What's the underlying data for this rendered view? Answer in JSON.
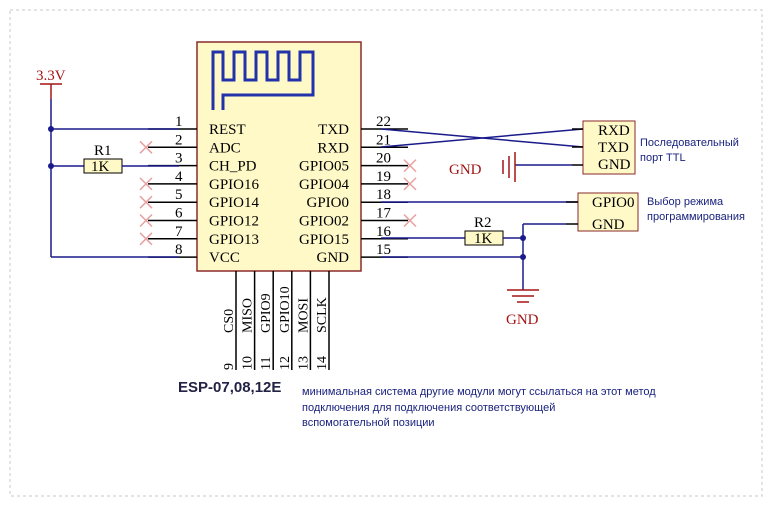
{
  "power": {
    "label": "3.3V"
  },
  "r1": {
    "ref": "R1",
    "value": "1K"
  },
  "r2": {
    "ref": "R2",
    "value": "1K"
  },
  "chip": {
    "name": "ESP-07,08,12E",
    "left_pins": [
      {
        "num": "1",
        "name": "REST"
      },
      {
        "num": "2",
        "name": "ADC"
      },
      {
        "num": "3",
        "name": "CH_PD"
      },
      {
        "num": "4",
        "name": "GPIO16"
      },
      {
        "num": "5",
        "name": "GPIO14"
      },
      {
        "num": "6",
        "name": "GPIO12"
      },
      {
        "num": "7",
        "name": "GPIO13"
      },
      {
        "num": "8",
        "name": "VCC"
      }
    ],
    "right_pins": [
      {
        "num": "22",
        "name": "TXD"
      },
      {
        "num": "21",
        "name": "RXD"
      },
      {
        "num": "20",
        "name": "GPIO05"
      },
      {
        "num": "19",
        "name": "GPIO04"
      },
      {
        "num": "18",
        "name": "GPIO0"
      },
      {
        "num": "17",
        "name": "GPIO02"
      },
      {
        "num": "16",
        "name": "GPIO15"
      },
      {
        "num": "15",
        "name": "GND"
      }
    ],
    "bottom_pins": [
      {
        "num": "9",
        "name": "CS0"
      },
      {
        "num": "10",
        "name": "MISO"
      },
      {
        "num": "11",
        "name": "GPIO9"
      },
      {
        "num": "12",
        "name": "GPIO10"
      },
      {
        "num": "13",
        "name": "MOSI"
      },
      {
        "num": "14",
        "name": "SCLK"
      }
    ]
  },
  "ttl_port": {
    "pins": [
      "RXD",
      "TXD",
      "GND"
    ],
    "label_line1": "Последовательный",
    "label_line2": "порт TTL"
  },
  "mode_select": {
    "pins": [
      "GPIO0",
      "GND"
    ],
    "label_line1": "Выбор режима",
    "label_line2": "программирования"
  },
  "gnd_labels": {
    "ttl": "GND",
    "bottom": "GND"
  },
  "note": {
    "line1": "минимальная система другие модули могут ссылаться на этот метод",
    "line2": "подключения для подключения соответствующей",
    "line3": "вспомогательной позиции"
  },
  "colors": {
    "wire": "#1a1a8c",
    "chip_fill": "#fff9c8",
    "chip_border": "#8a2a2a",
    "header_fill": "#fff9c8",
    "power_red": "#a31515",
    "antenna": "#2233aa",
    "nc_x": "#e8a0a0",
    "pin": "#000000"
  }
}
